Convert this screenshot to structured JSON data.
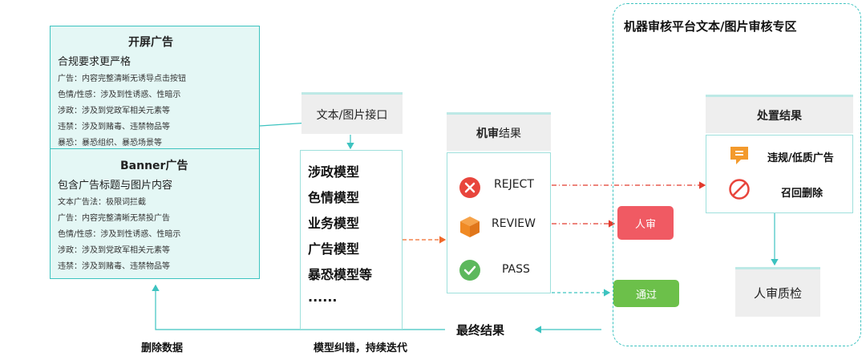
{
  "source": {
    "splash": {
      "title": "开屏广告",
      "subtitle": "合规要求更严格",
      "lines": [
        "广告：内容完整清晰无诱导点击按钮",
        "色情/性感：涉及到性诱惑、性暗示",
        "涉政：涉及到党政军相关元素等",
        "违禁：涉及到赌毒、违禁物品等",
        "暴恐：暴恐组织、暴恐场景等"
      ]
    },
    "banner": {
      "title": "Banner广告",
      "subtitle": "包含广告标题与图片内容",
      "lines": [
        "文本广告法：极限词拦截",
        "广告：内容完整清晰无禁投广告",
        "色情/性感：涉及到性诱惑、性暗示",
        "涉政：涉及到党政军相关元素等",
        "违禁：涉及到赌毒、违禁物品等"
      ]
    }
  },
  "api": {
    "label": "文本/图片接口"
  },
  "models": {
    "items": [
      "涉政模型",
      "色情模型",
      "业务模型",
      "广告模型",
      "暴恐模型等",
      "......"
    ]
  },
  "machine": {
    "title_bold": "机审",
    "title_rest": "结果",
    "results": [
      {
        "label": "REJECT",
        "icon": "x-circle-icon",
        "color": "#e8453c"
      },
      {
        "label": "REVIEW",
        "icon": "cube-icon",
        "color": "#f08a24"
      },
      {
        "label": "PASS",
        "icon": "check-circle-icon",
        "color": "#5cb85c"
      }
    ]
  },
  "zone": {
    "title": "机器审核平台文本/图片审核专区",
    "disposal": {
      "header": "处置结果",
      "items": [
        {
          "label": "违规/低质广告",
          "icon": "chat-bubble-icon"
        },
        {
          "label": "召回删除",
          "icon": "prohibit-icon"
        }
      ]
    },
    "qc": {
      "label": "人审质检"
    }
  },
  "badges": {
    "manual": {
      "label": "人审",
      "color": "#f05a63"
    },
    "pass": {
      "label": "通过",
      "color": "#6cc04a"
    }
  },
  "captions": {
    "final_result": "最终结果",
    "delete_data": "删除数据",
    "model_iter": "模型纠错，持续迭代"
  },
  "colors": {
    "teal": "#3dc3c0",
    "red_dash": "#e23b2e",
    "orange_dash": "#f06a2a"
  }
}
